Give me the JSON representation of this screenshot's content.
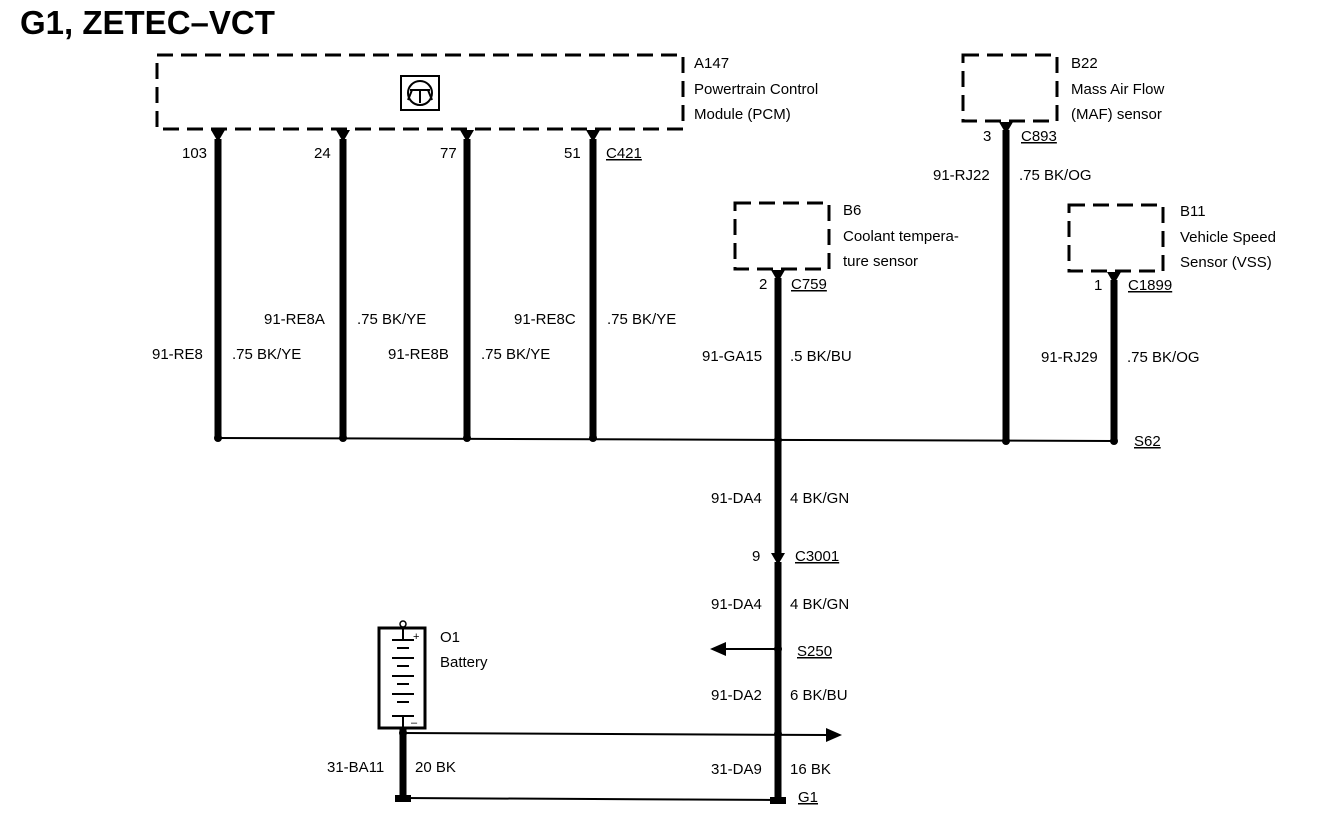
{
  "title": "G1, ZETEC–VCT",
  "components": {
    "pcm": {
      "id": "A147",
      "name_line1": "Powertrain Control",
      "name_line2": "Module (PCM)",
      "connector": "C421",
      "icon": "transistor-icon"
    },
    "maf": {
      "id": "B22",
      "name_line1": "Mass Air Flow",
      "name_line2": "(MAF) sensor",
      "connector": "C893",
      "pin": "3"
    },
    "ect": {
      "id": "B6",
      "name_line1": "Coolant tempera-",
      "name_line2": "ture sensor",
      "connector": "C759",
      "pin": "2"
    },
    "vss": {
      "id": "B11",
      "name_line1": "Vehicle Speed",
      "name_line2": "Sensor (VSS)",
      "connector": "C1899",
      "pin": "1"
    },
    "battery": {
      "id": "O1",
      "name": "Battery",
      "plus": "+",
      "minus": "–"
    }
  },
  "wires": [
    {
      "pin": "103",
      "circuit": "91-RE8",
      "spec": ".75 BK/YE"
    },
    {
      "pin": "24",
      "circuit": "91-RE8A",
      "spec": ".75 BK/YE"
    },
    {
      "pin": "77",
      "circuit": "91-RE8B",
      "spec": ".75 BK/YE"
    },
    {
      "pin": "51",
      "circuit": "91-RE8C",
      "spec": ".75 BK/YE"
    },
    {
      "circuit": "91-GA15",
      "spec": ".5 BK/BU"
    },
    {
      "circuit": "91-RJ22",
      "spec": ".75 BK/OG"
    },
    {
      "circuit": "91-RJ29",
      "spec": ".75 BK/OG"
    }
  ],
  "trunk": {
    "splice_top": "S62",
    "seg1": {
      "circuit": "91-DA4",
      "spec": "4 BK/GN"
    },
    "connector": {
      "pin": "9",
      "name": "C3001"
    },
    "seg2": {
      "circuit": "91-DA4",
      "spec": "4 BK/GN"
    },
    "splice_mid": "S250",
    "seg3": {
      "circuit": "91-DA2",
      "spec": "6 BK/BU"
    },
    "seg4": {
      "circuit": "31-DA9",
      "spec": "16 BK"
    },
    "ground": "G1"
  },
  "battery_wire": {
    "circuit": "31-BA11",
    "spec": "20 BK"
  }
}
